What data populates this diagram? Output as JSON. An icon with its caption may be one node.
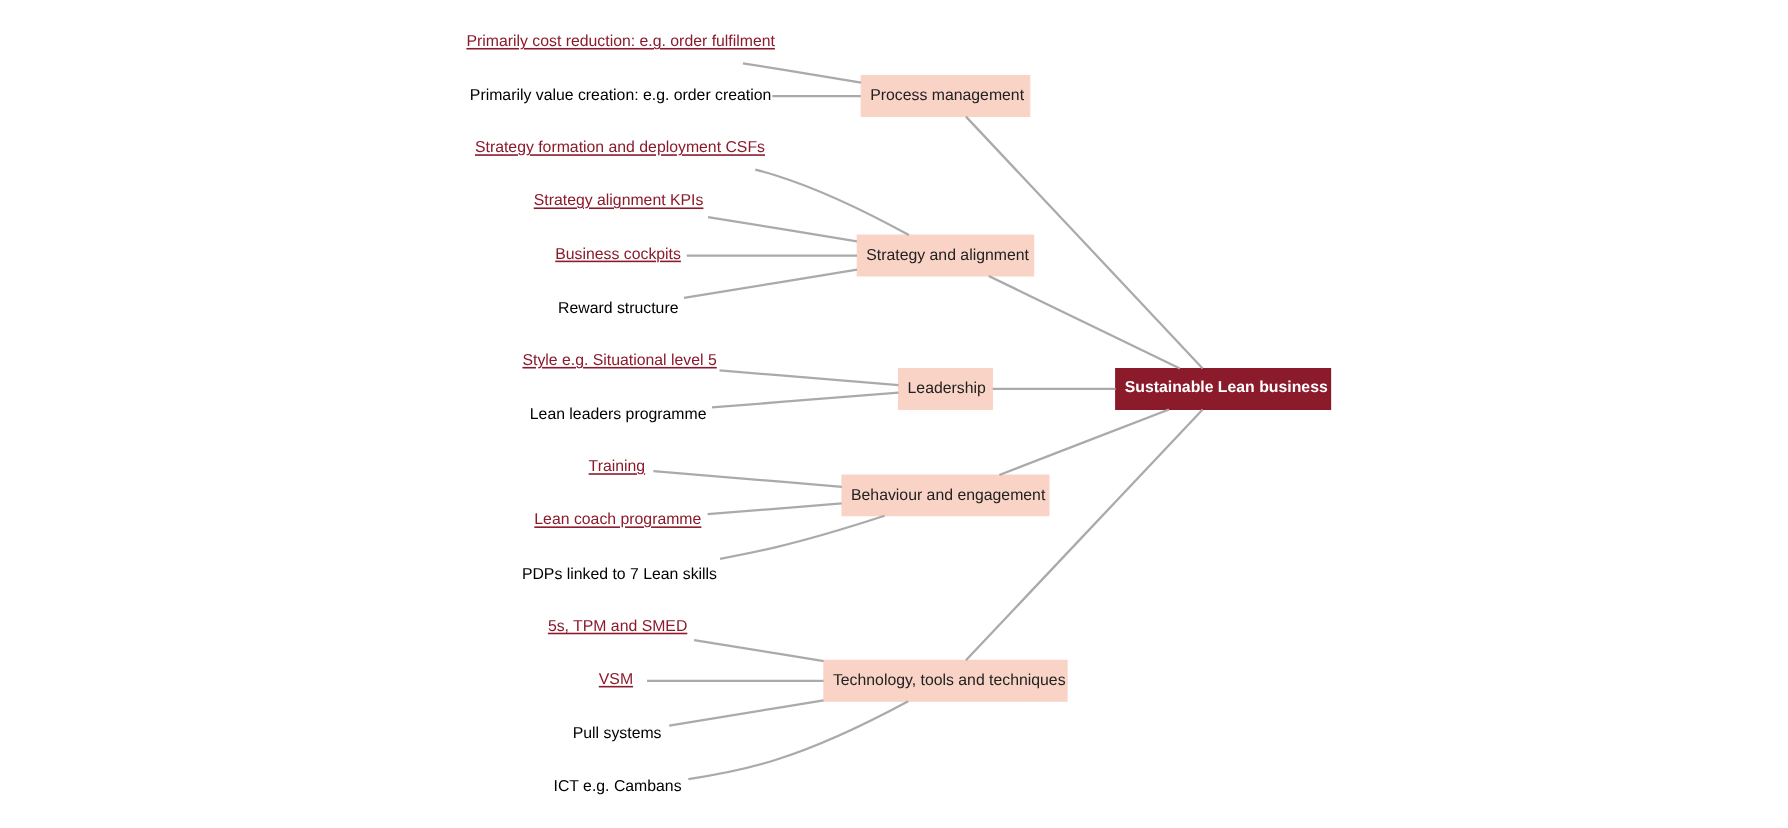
{
  "diagram": {
    "nodes": [
      {
        "text": [
          "Technology, tools and techniques"
        ]
      },
      {
        "text": [
          "5s, TPM and SMED"
        ]
      },
      {
        "text": [
          "VSM"
        ]
      },
      {
        "text": [
          "Pull systems"
        ]
      },
      {
        "text": [
          "ICT e.g. Cambans"
        ]
      },
      {
        "text": [
          "Process management"
        ]
      },
      {
        "text": [
          "Primarily cost reduction: e.g. order fulfilment"
        ]
      },
      {
        "text": [
          "Primarily value creation: e.g. order creation"
        ]
      },
      {
        "text": [
          "Sustainable Lean business"
        ]
      },
      {
        "text": [
          "Strategy formation and deployment CSFs"
        ]
      },
      {
        "text": [
          "Strategy alignment KPIs"
        ]
      },
      {
        "text": [
          "Business cockpits"
        ]
      },
      {
        "text": [
          "Reward structure"
        ]
      },
      {
        "text": [
          "Style e.g. Situational level 5"
        ]
      },
      {
        "text": [
          "Lean leaders programme"
        ]
      },
      {
        "text": [
          "Training"
        ]
      },
      {
        "text": [
          "Lean coach programme"
        ]
      },
      {
        "text": [
          "PDPs linked to 7 Lean skills"
        ]
      },
      {
        "text": [
          "Strategy and alignment"
        ]
      },
      {
        "text": [
          "Leadership"
        ]
      },
      {
        "text": [
          "Behaviour and engagement"
        ]
      }
    ],
    "edges": [
      {
        "from": 1,
        "to": 0,
        "arrow": "none"
      },
      {
        "from": 2,
        "to": 0,
        "arrow": "none"
      },
      {
        "from": 3,
        "to": 0,
        "arrow": "none"
      },
      {
        "from": 4,
        "to": 0,
        "arrow": "none"
      },
      {
        "from": 6,
        "to": 5,
        "arrow": "none"
      },
      {
        "from": 7,
        "to": 5,
        "arrow": "none"
      },
      {
        "from": 9,
        "to": 18,
        "arrow": "none"
      },
      {
        "from": 10,
        "to": 18,
        "arrow": "none"
      },
      {
        "from": 11,
        "to": 18,
        "arrow": "none"
      },
      {
        "from": 12,
        "to": 18,
        "arrow": "none"
      },
      {
        "from": 13,
        "to": 19,
        "arrow": "none"
      },
      {
        "from": 14,
        "to": 19,
        "arrow": "none"
      },
      {
        "from": 15,
        "to": 20,
        "arrow": "none"
      },
      {
        "from": 16,
        "to": 20,
        "arrow": "none"
      },
      {
        "from": 17,
        "to": 20,
        "arrow": "none"
      },
      {
        "from": 0,
        "to": 8,
        "arrow": "none"
      },
      {
        "from": 5,
        "to": 8,
        "arrow": "none"
      },
      {
        "from": 18,
        "to": 8,
        "arrow": "none"
      },
      {
        "from": 19,
        "to": 8,
        "arrow": "none"
      },
      {
        "from": 20,
        "to": 8,
        "arrow": "none"
      }
    ]
  }
}
